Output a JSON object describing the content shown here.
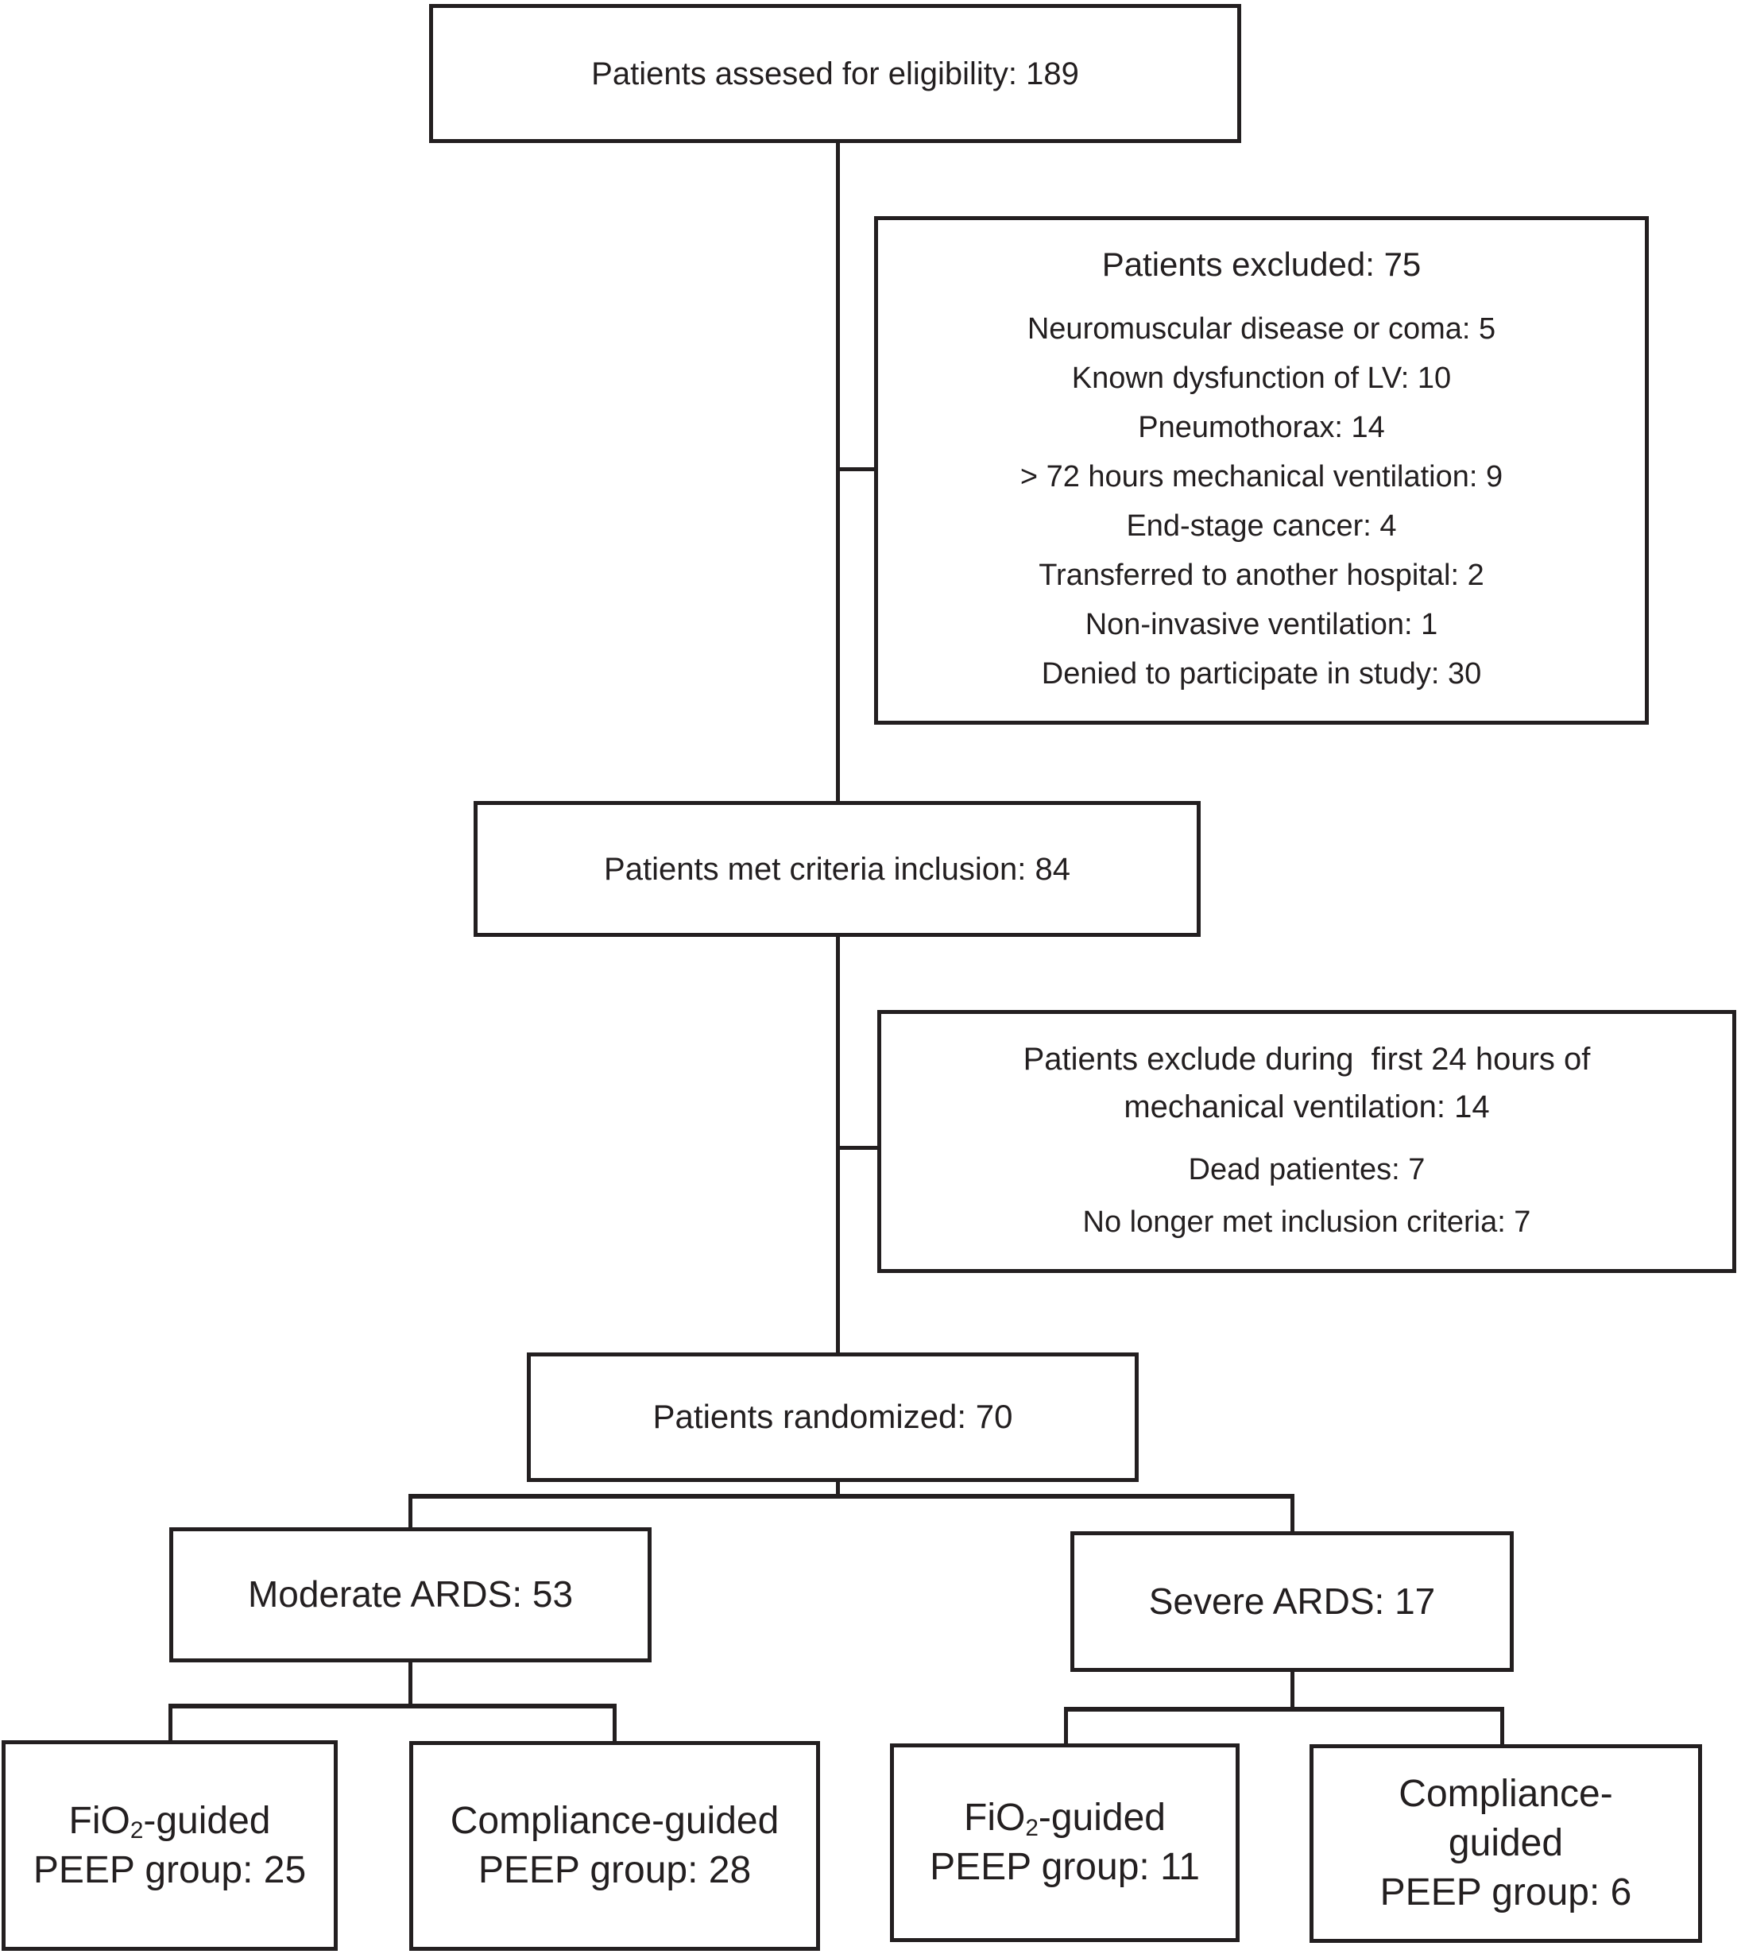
{
  "figure": {
    "type": "patient-flow-diagram",
    "line_color": "#231f20",
    "background": "#ffffff"
  },
  "flowchart": {
    "eligibility": {
      "label": "Patients assesed for eligibility: 189"
    },
    "excluded_screening": {
      "title": "Patients excluded: 75",
      "items": [
        "Neuromuscular disease or coma: 5",
        "Known dysfunction of LV: 10",
        "Pneumothorax: 14",
        "> 72 hours mechanical ventilation: 9",
        "End-stage cancer: 4",
        "Transferred to another hospital: 2",
        "Non-invasive ventilation: 1",
        "Denied to participate in study: 30"
      ]
    },
    "inclusion": {
      "label": "Patients met criteria inclusion: 84"
    },
    "excluded_24h": {
      "title_line1": "Patients exclude during  first 24 hours of",
      "title_line2": "mechanical ventilation: 14",
      "items": [
        "Dead patientes: 7",
        "No longer met inclusion criteria: 7"
      ]
    },
    "randomized": {
      "label": "Patients randomized: 70"
    },
    "moderate_ards": {
      "label": "Moderate ARDS: 53"
    },
    "severe_ards": {
      "label": "Severe ARDS: 17"
    },
    "fio2_moderate": {
      "line1_prefix": "FiO",
      "line1_sub": "2",
      "line1_suffix": "-guided",
      "line2": "PEEP group: 25"
    },
    "compliance_moderate": {
      "line1": "Compliance-guided",
      "line2": "PEEP group: 28"
    },
    "fio2_severe": {
      "line1_prefix": "FiO",
      "line1_sub": "2",
      "line1_suffix": "-guided",
      "line2": "PEEP group: 11"
    },
    "compliance_severe": {
      "line1": "Compliance-",
      "line2": "guided",
      "line3": "PEEP group: 6"
    }
  }
}
